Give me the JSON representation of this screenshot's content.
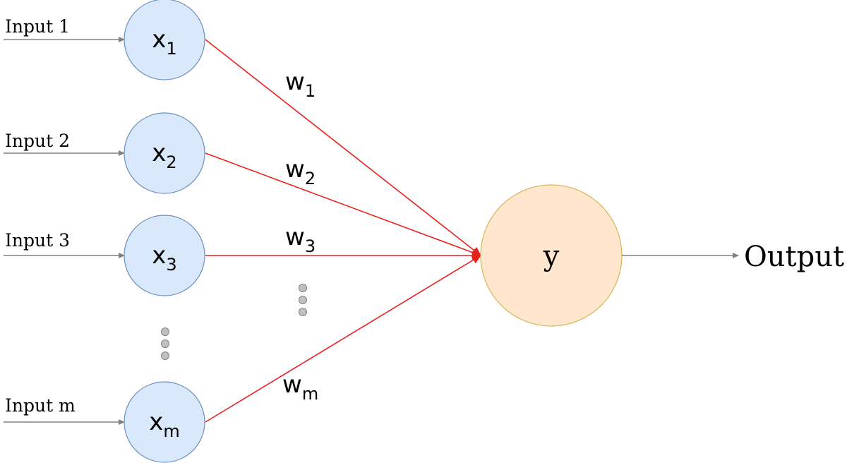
{
  "inputs": [
    {
      "label": "Input 1",
      "var": "x",
      "sub": "1"
    },
    {
      "label": "Input 2",
      "var": "x",
      "sub": "2"
    },
    {
      "label": "Input 3",
      "var": "x",
      "sub": "3"
    },
    {
      "label": "Input m",
      "var": "x",
      "sub": "m"
    }
  ],
  "weights": [
    {
      "var": "w",
      "sub": "1"
    },
    {
      "var": "w",
      "sub": "2"
    },
    {
      "var": "w",
      "sub": "3"
    },
    {
      "var": "w",
      "sub": "m"
    }
  ],
  "output_node": {
    "label": "y"
  },
  "output_label": "Output",
  "colors": {
    "input_fill": "#dae8fc",
    "input_stroke": "#6c8ebf",
    "output_fill": "#ffe6cc",
    "output_stroke": "#d6b656",
    "weight_edge": "#e8211b",
    "arrow_gray": "#808080",
    "ellipsis_dot": "#c0c0c0"
  }
}
